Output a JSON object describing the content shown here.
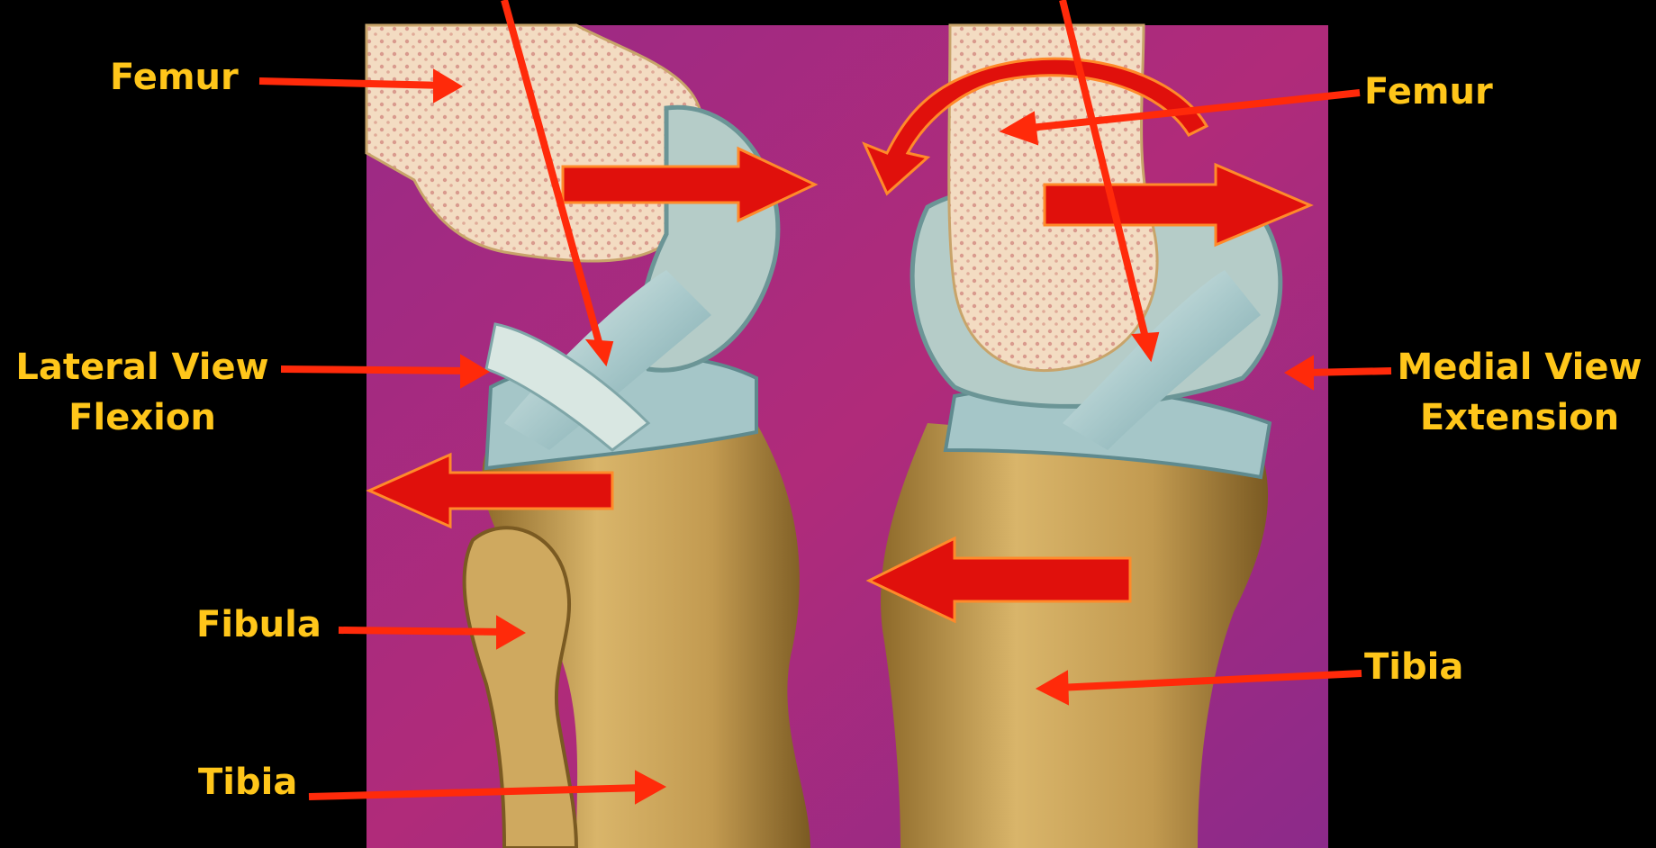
{
  "colors": {
    "background": "#000000",
    "label": "#ffc61a",
    "pointer": "#ff2a0a",
    "motion_arrow": "#e0100c",
    "panel": "#a8287e",
    "bone": "#c7a45a",
    "bone_section": "#f2dcc3",
    "ligament": "#bcd6d6"
  },
  "labels": {
    "femur_left": "Femur",
    "femur_right": "Femur",
    "lateral_view_line1": "Lateral View",
    "lateral_view_line2": "Flexion",
    "medial_view_line1": "Medial View",
    "medial_view_line2": "Extension",
    "fibula": "Fibula",
    "tibia_left": "Tibia",
    "tibia_right": "Tibia"
  }
}
